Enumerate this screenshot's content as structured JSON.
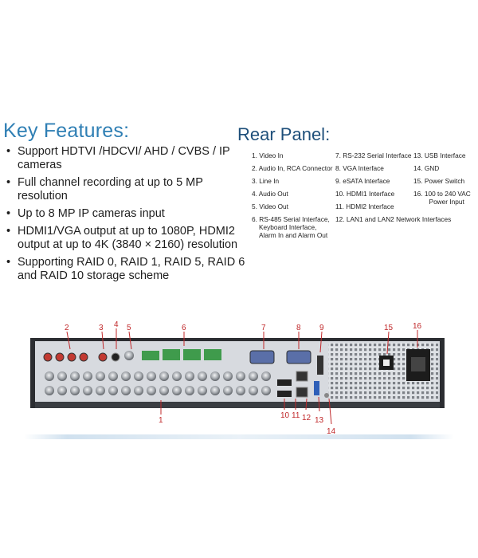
{
  "key_features": {
    "title": "Key Features:",
    "items": [
      "Support HDTVI /HDCVI/ AHD / CVBS / IP cameras",
      "Full channel recording at up to 5 MP resolution",
      "Up to 8 MP IP cameras input",
      "HDMI1/VGA output at up to 1080P, HDMI2 output at up to 4K (3840 × 2160) resolution",
      "Supporting RAID 0, RAID 1, RAID 5, RAID 6 and RAID 10 storage scheme"
    ]
  },
  "rear_panel": {
    "title": "Rear Panel:",
    "col1": [
      "1. Video In",
      "2. Audio In, RCA Connector",
      "3. Line In",
      "4. Audio Out",
      "5. Video Out",
      "6. RS-485 Serial Interface,",
      "Keyboard Interface,",
      "Alarm In and Alarm Out"
    ],
    "col2": [
      "7. RS-232 Serial Interface",
      "8. VGA Interface",
      "9. eSATA Interface",
      "10. HDMI1 Interface",
      "11. HDMI2 Interface",
      "12. LAN1 and LAN2 Network Interfaces"
    ],
    "col3": [
      "13. USB Interface",
      "14. GND",
      "15. Power Switch",
      "16. 100 to 240 VAC",
      "Power Input"
    ],
    "callouts": [
      "1",
      "2",
      "3",
      "4",
      "5",
      "6",
      "7",
      "8",
      "9",
      "10",
      "11",
      "12",
      "13",
      "14",
      "15",
      "16"
    ]
  },
  "colors": {
    "title_blue": "#2f7fb4",
    "callout_red": "#c0282a",
    "chassis": "#2b2d31",
    "panel": "#d7dadf"
  }
}
